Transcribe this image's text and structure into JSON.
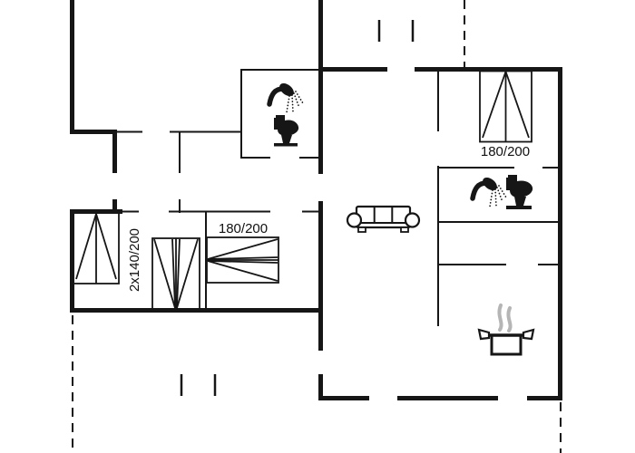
{
  "page": {
    "type": "floor-plan",
    "rooms_visible": 8
  },
  "labels": {
    "bed_top_right": "180/200",
    "bed_double": "2x140/200",
    "bed_bottom_right": "180/200"
  },
  "icons": {
    "bathroom_top": [
      "shower-icon",
      "toilet-icon"
    ],
    "bathroom_right": [
      "shower-icon",
      "toilet-icon"
    ],
    "living_room": [
      "sofa-icon"
    ],
    "kitchen": [
      "cooking-pot-icon",
      "steam-icon"
    ],
    "beds": [
      "double-bed-180x200",
      "single-bed",
      "double-bed-2x140x200",
      "bed-180x200"
    ]
  },
  "colors": {
    "wall": "#161616",
    "background": "#ffffff",
    "steam": "#b5b5b5"
  }
}
